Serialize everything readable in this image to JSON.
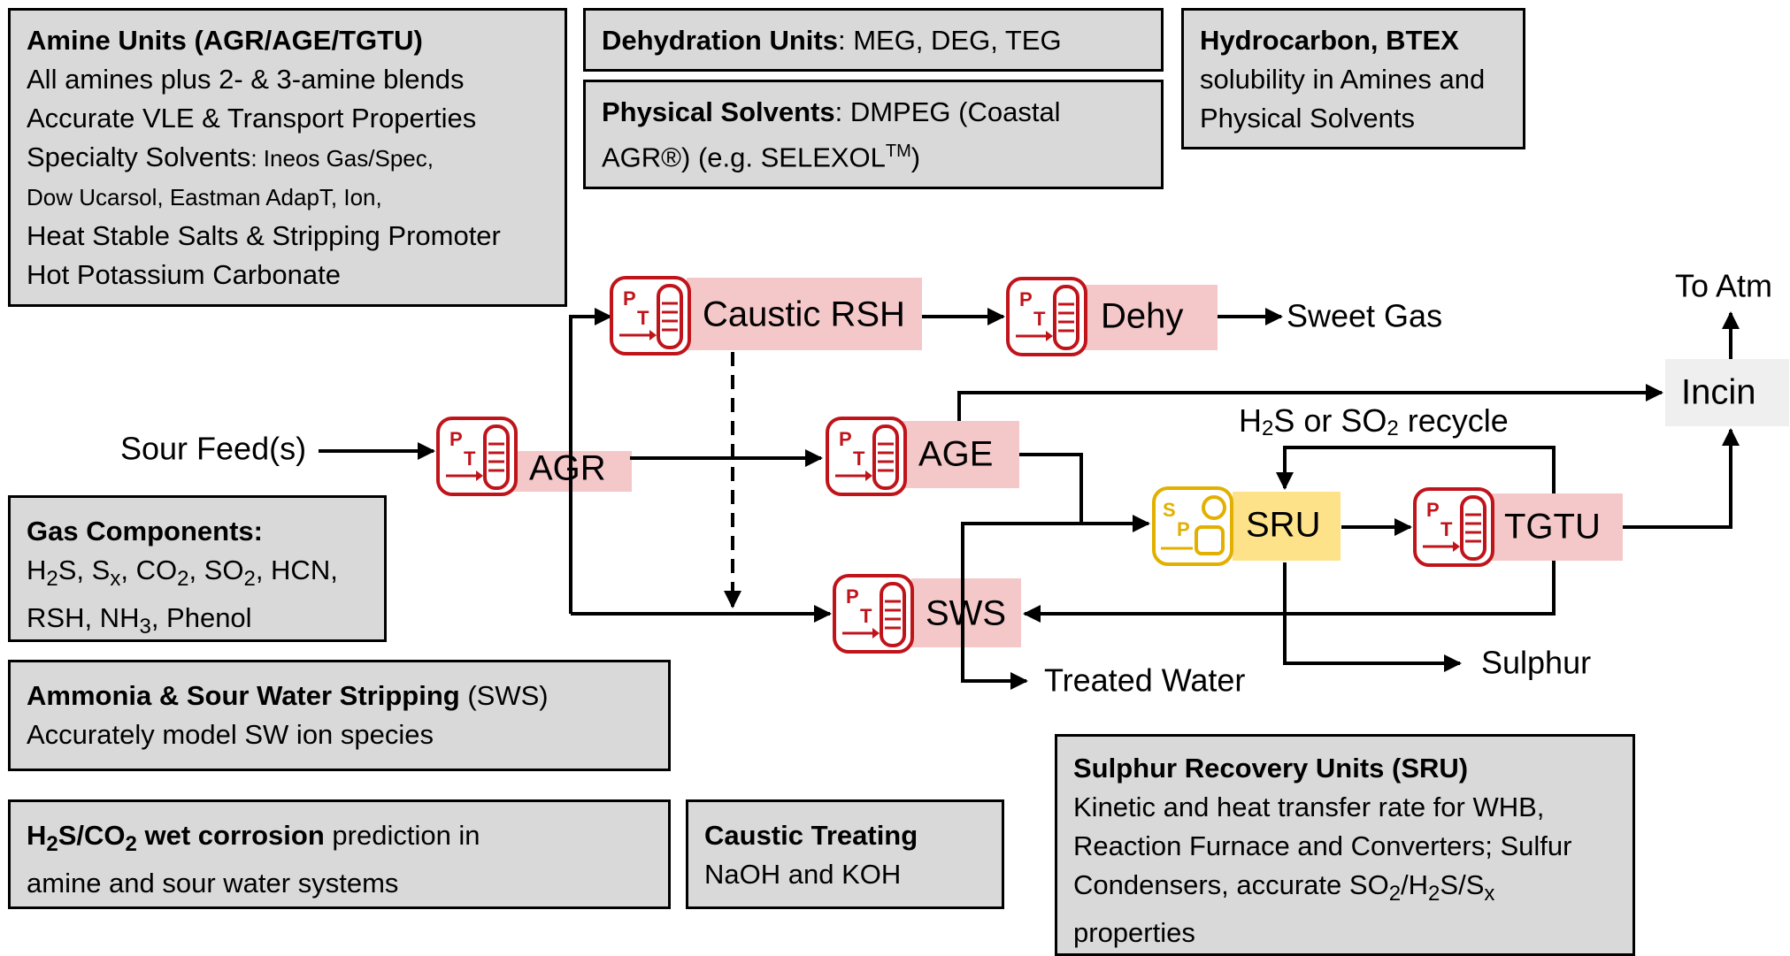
{
  "boxes": {
    "amine": {
      "title": "Amine Units (AGR/AGE/TGTU)",
      "line1": "All amines plus 2- & 3-amine blends",
      "line2": "Accurate VLE & Transport Properties",
      "line3_a": "Specialty Solvents",
      "line3_b": ": Ineos Gas/Spec,",
      "line4": "Dow Ucarsol, Eastman AdapT, Ion,",
      "line5": "Heat Stable Salts & Stripping Promoter",
      "line6": "Hot Potassium Carbonate"
    },
    "dehydration": {
      "title": "Dehydration Units",
      "text": ": MEG, DEG, TEG"
    },
    "physical": {
      "title": "Physical Solvents",
      "text1": ": DMPEG (Coastal",
      "text2a": "AGR®) (e.g. SELEXOL",
      "text2b": "TM",
      "text2c": ")"
    },
    "hydrocarbon": {
      "title": "Hydrocarbon, BTEX",
      "line1": "solubility in Amines and",
      "line2": "Physical Solvents"
    },
    "gas": {
      "title": "Gas Components:",
      "l1_h2s": "H",
      "l1_h2s_sub": "2",
      "l1_h2s_tail": "S, S",
      "l1_sx_sub": "x",
      "l1_co2": ", CO",
      "l1_co2_sub": "2",
      "l1_so2": ", SO",
      "l1_so2_sub": "2",
      "l1_tail": ", HCN,",
      "l2_a": "RSH, NH",
      "l2_sub": "3",
      "l2_b": ", Phenol"
    },
    "ammonia": {
      "title": "Ammonia & Sour Water Stripping",
      "title_tail": " (SWS)",
      "line1": "Accurately model SW ion species"
    },
    "corrosion": {
      "t_h": "H",
      "t_sub1": "2",
      "t_s": "S/CO",
      "t_sub2": "2",
      "t_rest": " wet corrosion",
      "tail": " prediction in",
      "line2": "amine and sour water systems"
    },
    "caustic": {
      "title": "Caustic Treating",
      "line1": "NaOH and KOH"
    },
    "sru": {
      "title": "Sulphur Recovery Units (SRU)",
      "line1": "Kinetic and heat transfer rate for WHB,",
      "line2": "Reaction Furnace and Converters; Sulfur",
      "line3_a": "Condensers, accurate SO",
      "line3_sub1": "2",
      "line3_b": "/H",
      "line3_sub2": "2",
      "line3_c": "S/S",
      "line3_sub3": "x",
      "line4": "properties"
    }
  },
  "units": {
    "agr": "AGR",
    "caustic_rsh": "Caustic RSH",
    "dehy": "Dehy",
    "age": "AGE",
    "sru": "SRU",
    "tgtu": "TGTU",
    "sws": "SWS",
    "incin": "Incin"
  },
  "streams": {
    "sour_feed": "Sour Feed(s)",
    "sweet_gas": "Sweet Gas",
    "to_atm": "To Atm",
    "recycle_a": "H",
    "recycle_sub1": "2",
    "recycle_b": "S or SO",
    "recycle_sub2": "2",
    "recycle_c": " recycle",
    "treated_water": "Treated Water",
    "sulphur": "Sulphur"
  },
  "icon_letters": {
    "p": "P",
    "t": "T",
    "s": "S"
  },
  "colors": {
    "unit_fill": "#f4c7c9",
    "sru_fill": "#fde28a",
    "icon_red": "#c0141b",
    "icon_gold": "#e2b000",
    "incin_fill": "#efefef",
    "info_fill": "#d9d9d9"
  }
}
